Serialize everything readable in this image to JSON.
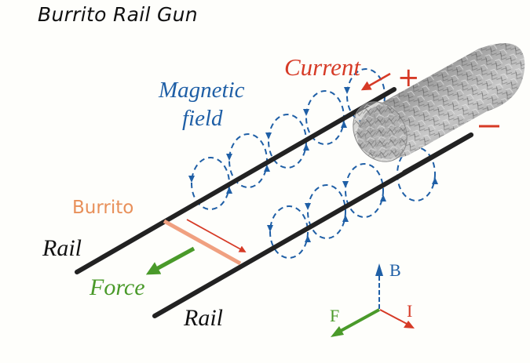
{
  "title": "Burrito Rail Gun",
  "labels": {
    "current": "Current",
    "magnetic_line1": "Magnetic",
    "magnetic_line2": "field",
    "burrito": "Burrito",
    "rail_upper": "Rail",
    "rail_lower": "Rail",
    "force": "Force",
    "plus": "+",
    "minus": "−"
  },
  "axes": {
    "b": "B",
    "f": "F",
    "i": "I"
  },
  "colors": {
    "rail": "#222222",
    "field": "#1f5fa6",
    "current": "#d63a26",
    "force": "#4a9a2a",
    "burrito": "#f0a080",
    "burrito_text": "#e8905a"
  },
  "icons": {
    "foil_cylinder": "foil-burrito-cylinder"
  }
}
